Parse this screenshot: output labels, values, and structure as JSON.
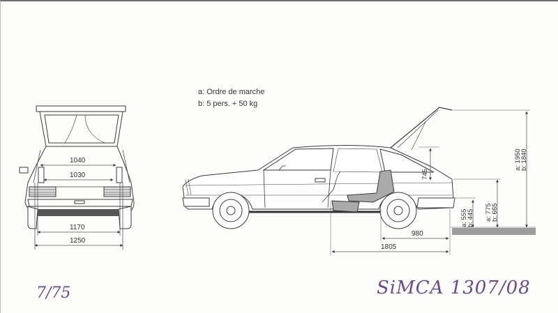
{
  "legend": {
    "a": "a: Ordre de marche",
    "b": "b: 5 pers. + 50 kg"
  },
  "rear_view": {
    "dimensions": {
      "interior_width_upper": "1040",
      "interior_width_lower": "1030",
      "track": "1170",
      "overall_width": "1250"
    }
  },
  "side_view": {
    "dimensions": {
      "tailgate_opening_height": "745",
      "sill_height": "a: 555\nb: 445",
      "sill_height_a": "a: 555",
      "sill_height_b": "b: 445",
      "tailgate_lower_edge_a": "a: 775",
      "tailgate_lower_edge_b": "b: 665",
      "tailgate_open_height_a": "a: 1950",
      "tailgate_open_height_b": "b: 1840",
      "rear_overhang_to_wheel": "980",
      "load_length": "1805"
    }
  },
  "annotations": {
    "handwritten_left": "7/75",
    "handwritten_right": "SiMCA 1307/08"
  },
  "colors": {
    "line": "#3a3a3a",
    "ground": "#9c9c9c",
    "handwriting": "#6b4a86",
    "seat_fill": "#a9a9a9"
  }
}
